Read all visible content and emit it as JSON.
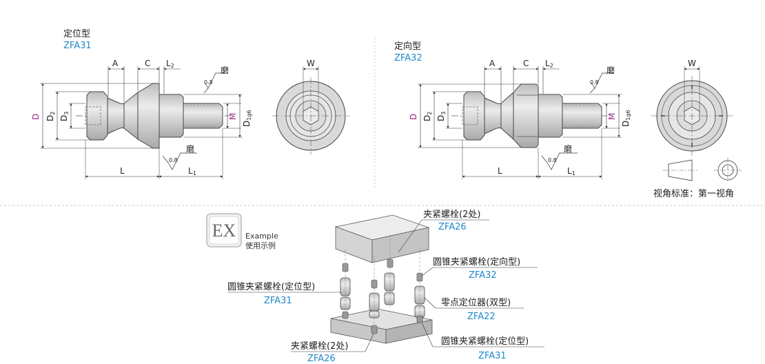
{
  "colors": {
    "code": "#1e88c8",
    "magenta": "#9c2b86",
    "part": "#d2d2d2",
    "line": "#333333",
    "dash": "#bbbbbb"
  },
  "left_panel": {
    "type_name": "定位型",
    "code": "ZFA31",
    "dims": {
      "A": "A",
      "C": "C",
      "L2": "L",
      "L2_sub": "2",
      "W": "W",
      "D": "D",
      "D2": "D",
      "D2_sub": "2",
      "D3": "D",
      "D3_sub": "3",
      "M": "M",
      "D1g6": "D",
      "D1g6_sub": "1g6",
      "L": "L",
      "L1": "L",
      "L1_sub": "1",
      "roughness": "0.8",
      "grind": "磨"
    }
  },
  "right_panel": {
    "type_name": "定向型",
    "code": "ZFA32",
    "dims": {
      "A": "A",
      "C": "C",
      "L2": "L",
      "L2_sub": "2",
      "W": "W",
      "D": "D",
      "D2": "D",
      "D2_sub": "2",
      "D3": "D",
      "D3_sub": "3",
      "M": "M",
      "D1g6": "D",
      "D1g6_sub": "1g6",
      "L": "L",
      "L1": "L",
      "L1_sub": "1",
      "roughness": "0.8",
      "grind": "磨"
    },
    "projection_note": "视角标准：第一视角"
  },
  "example": {
    "badge": "EX",
    "title_en": "Example",
    "title_cn": "使用示例",
    "callouts": [
      {
        "name": "夹紧螺栓(2处)",
        "code": "ZFA26"
      },
      {
        "name": "圆锥夹紧螺栓(定向型)",
        "code": "ZFA32"
      },
      {
        "name": "圆锥夹紧螺栓(定位型)",
        "code": "ZFA31"
      },
      {
        "name": "零点定位器(双型)",
        "code": "ZFA22"
      },
      {
        "name": "夹紧螺栓(2处)",
        "code": "ZFA26"
      },
      {
        "name": "圆锥夹紧螺栓(定位型)",
        "code": "ZFA31"
      }
    ]
  }
}
